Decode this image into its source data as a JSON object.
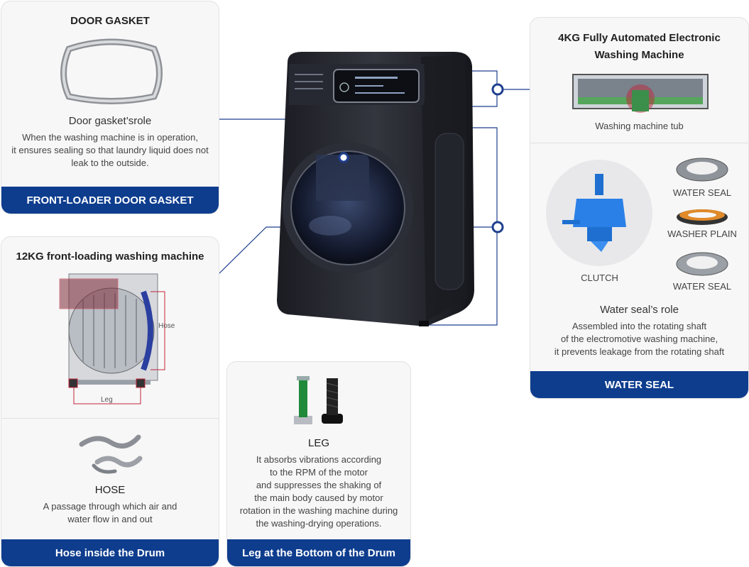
{
  "gasket": {
    "title": "DOOR GASKET",
    "role_title": "Door gasket’srole",
    "desc": [
      "When the washing machine is in operation,",
      "it ensures sealing so that laundry liquid does not",
      "leak to the outside."
    ],
    "band": "FRONT-LOADER DOOR GASKET"
  },
  "drum": {
    "title": "12KG front-loading washing machine",
    "hose_callout": "Hose",
    "leg_callout": "Leg",
    "hose_title": "HOSE",
    "hose_desc": [
      "A passage through which air and",
      "water flow in and out"
    ],
    "band": "Hose inside the Drum"
  },
  "leg": {
    "title": "LEG",
    "desc": [
      "It absorbs vibrations according",
      "to the RPM of the motor",
      "and suppresses the shaking of",
      "the main body caused by motor",
      "rotation in the washing machine during",
      "the washing-drying operations."
    ],
    "band": "Leg at the Bottom of the Drum"
  },
  "seal": {
    "title": [
      "4KG Fully Automated Electronic",
      "Washing Machine"
    ],
    "tub_label": "Washing machine tub",
    "clutch_label": "CLUTCH",
    "water_seal_label_1": "WATER SEAL",
    "washer_plain_label": "WASHER PLAIN",
    "water_seal_label_2": "WATER SEAL",
    "role_title": "Water seal’s role",
    "desc": [
      "Assembled into the rotating shaft",
      "of the electromotive washing machine,",
      "it prevents leakage from the rotating shaft"
    ],
    "band": "WATER SEAL"
  },
  "colors": {
    "band": "#0e3d8e",
    "connector": "#1f3f8f",
    "highlight": "#c0263a"
  }
}
